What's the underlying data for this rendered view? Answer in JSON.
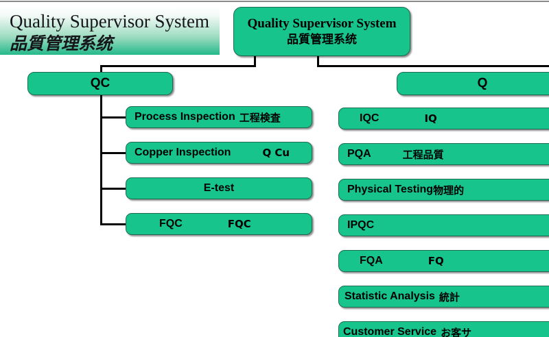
{
  "slide": {
    "title_banner": {
      "english": "Quality Supervisor System",
      "chinese": "品質管理系统"
    },
    "root_node": {
      "english": "Quality Supervisor System",
      "chinese": "品質管理系统"
    },
    "departments": [
      {
        "id": "qc",
        "label": "QC"
      },
      {
        "id": "qa",
        "label": "Q"
      }
    ],
    "qc_children": [
      {
        "english": "Process Inspection",
        "chinese": "工程検査",
        "gap": "sm"
      },
      {
        "english": "Copper Inspection",
        "chinese": "Q Cu",
        "gap": "md"
      },
      {
        "english": "E-test",
        "chinese": "",
        "gap": "sm"
      },
      {
        "english": "FQC",
        "chinese": "FQC",
        "gap": "lg"
      }
    ],
    "qa_children": [
      {
        "english": "IQC",
        "chinese": "IQ",
        "gap": "lg"
      },
      {
        "english": "PQA",
        "chinese": "工程品質",
        "gap": "md"
      },
      {
        "english": "Physical Testing",
        "chinese": "物理的",
        "gap": "sm"
      },
      {
        "english": "IPQC",
        "chinese": "",
        "gap": "sm"
      },
      {
        "english": "FQA",
        "chinese": "FQ",
        "gap": "lg"
      },
      {
        "english": "Statistic Analysis",
        "chinese": "統計",
        "gap": "sm"
      },
      {
        "english": "Customer Service",
        "chinese": "お客サ",
        "gap": "sm"
      }
    ],
    "colors": {
      "node_fill": "#16c48c",
      "node_border": "#1f6b52",
      "connector": "#000000",
      "banner_green": "#25b98a",
      "text": "#000000"
    }
  }
}
